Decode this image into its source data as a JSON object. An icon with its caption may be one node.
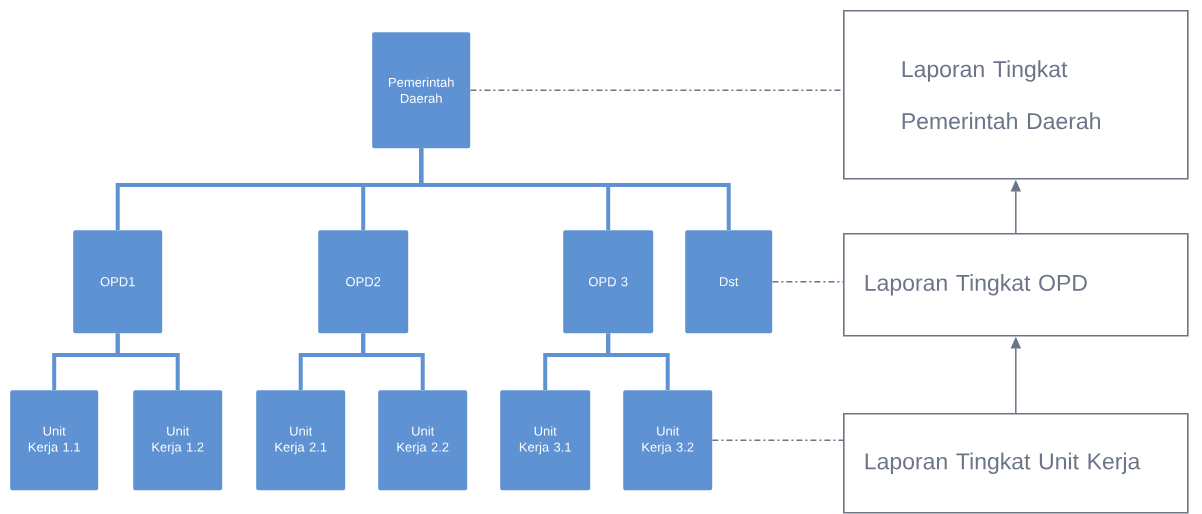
{
  "diagram": {
    "nodes": [
      {
        "text": [
          "Pemerintah Daerah"
        ]
      },
      {
        "text": [
          "OPD1"
        ]
      },
      {
        "text": [
          "OPD2"
        ]
      },
      {
        "text": [
          "OPD 3"
        ]
      },
      {
        "text": [
          "Dst"
        ]
      },
      {
        "text": [
          "Unit Kerja 1.1"
        ]
      },
      {
        "text": [
          "Unit Kerja 1.2"
        ]
      },
      {
        "text": [
          "Unit Kerja 2.1"
        ]
      },
      {
        "text": [
          "Unit Kerja 2.2"
        ]
      },
      {
        "text": [
          "Unit Kerja 3.1"
        ]
      },
      {
        "text": [
          "Unit Kerja 3.2"
        ]
      },
      {
        "text": [
          "Laporan Tingkat Pemerintah Daerah"
        ]
      },
      {
        "text": [
          "Laporan Tingkat OPD"
        ]
      },
      {
        "text": [
          "Laporan Tingkat Unit Kerja"
        ]
      }
    ],
    "edges": [
      {
        "from": 0,
        "to": 1,
        "arrow": "none"
      },
      {
        "from": 0,
        "to": 2,
        "arrow": "none"
      },
      {
        "from": 0,
        "to": 3,
        "arrow": "none"
      },
      {
        "from": 0,
        "to": 4,
        "arrow": "none"
      },
      {
        "from": 1,
        "to": 5,
        "arrow": "none"
      },
      {
        "from": 1,
        "to": 6,
        "arrow": "none"
      },
      {
        "from": 2,
        "to": 7,
        "arrow": "none"
      },
      {
        "from": 2,
        "to": 8,
        "arrow": "none"
      },
      {
        "from": 3,
        "to": 9,
        "arrow": "none"
      },
      {
        "from": 3,
        "to": 10,
        "arrow": "none"
      },
      {
        "from": 0,
        "to": 11,
        "arrow": "none",
        "style": "dashed",
        "color": "#6b7587"
      },
      {
        "from": 4,
        "to": 12,
        "arrow": "none",
        "style": "dashed",
        "color": "#6b7587"
      },
      {
        "from": 10,
        "to": 13,
        "arrow": "none",
        "style": "dashed",
        "color": "#6b7587"
      },
      {
        "from": 13,
        "to": 12,
        "arrow": "to",
        "color": "#6b7587"
      },
      {
        "from": 12,
        "to": 11,
        "arrow": "to",
        "color": "#6b7587"
      }
    ]
  }
}
